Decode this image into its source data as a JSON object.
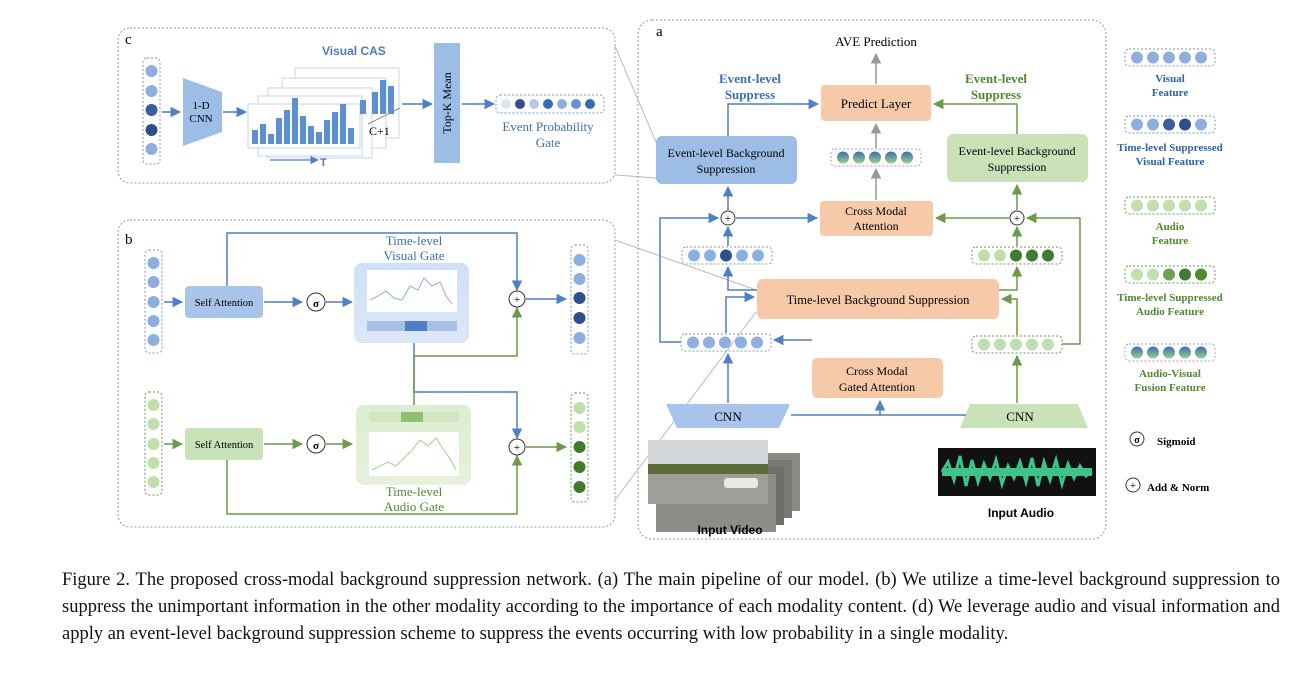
{
  "panel_a": {
    "letter": "a",
    "ave_prediction": "AVE Prediction",
    "predict_layer": "Predict Layer",
    "event_suppress_left": [
      "Event-level",
      "Suppress"
    ],
    "event_suppress_right": [
      "Event-level",
      "Suppress"
    ],
    "event_bg_left": [
      "Event-level Background",
      "Suppression"
    ],
    "event_bg_right": [
      "Event-level Background",
      "Suppression"
    ],
    "cross_modal_attention": [
      "Cross Modal",
      "Attention"
    ],
    "time_level_bg": "Time-level Background Suppression",
    "cross_modal_gated": [
      "Cross Modal",
      "Gated Attention"
    ],
    "cnn_video": "CNN",
    "cnn_audio": "CNN",
    "input_video": "Input Video",
    "input_audio": "Input Audio"
  },
  "panel_b": {
    "letter": "b",
    "self_attention_top": "Self Attention",
    "self_attention_bottom": "Self Attention",
    "sigma": "σ",
    "visual_gate": [
      "Time-level",
      "Visual Gate"
    ],
    "audio_gate": [
      "Time-level",
      "Audio Gate"
    ]
  },
  "panel_c": {
    "letter": "c",
    "cnn": [
      "1-D",
      "CNN"
    ],
    "visual_cas": "Visual CAS",
    "c_plus_1": "C+1",
    "t_label": "T",
    "topk": "Top-K Mean",
    "event_prob_gate": [
      "Event Probability",
      "Gate"
    ]
  },
  "legend": [
    {
      "label": [
        "Visual",
        "Feature"
      ],
      "color": "#2e62a8"
    },
    {
      "label": [
        "Time-level Suppressed",
        "Visual Feature"
      ],
      "color": "#2e62a8"
    },
    {
      "label": [
        "Audio",
        "Feature"
      ],
      "color": "#4e8a2e"
    },
    {
      "label": [
        "Time-level Suppressed",
        "Audio Feature"
      ],
      "color": "#4e8a2e"
    },
    {
      "label": [
        "Audio-Visual",
        "Fusion Feature"
      ],
      "color": "#4e8a2e"
    }
  ],
  "legend_symbols": {
    "sigma": "σ",
    "sigmoid": "Sigmoid",
    "plus": "+",
    "add_norm": "Add & Norm"
  },
  "caption": "Figure 2.   The proposed cross-modal background suppression network.  (a) The main pipeline of our model.  (b) We utilize a time-level background suppression to suppress the unimportant information in the other modality according to the importance of each modality content.  (d) We leverage audio and visual information and apply an event-level background suppression scheme to suppress the events occurring with low probability in a single modality.",
  "colors": {
    "visual_dark": "#2d4f8e",
    "visual_light": "#8aa8dc",
    "audio_dark": "#3f7a2e",
    "audio_light": "#b7d9a5",
    "orange_box": "#f6c9a8",
    "blue_box": "#9cbde6",
    "green_box": "#c9e2b8",
    "blue_text": "#3a6fb8",
    "green_text": "#4d8a30"
  }
}
